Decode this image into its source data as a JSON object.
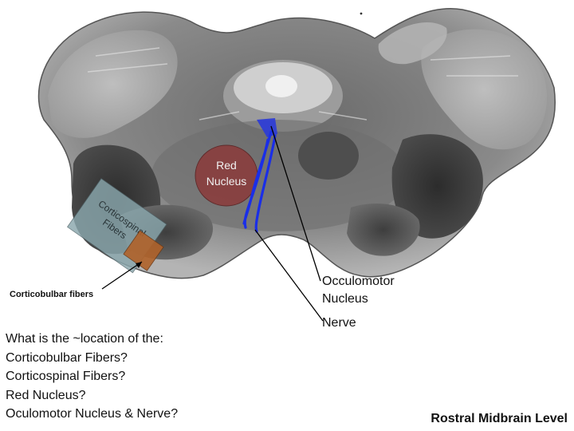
{
  "labels": {
    "red_nucleus": [
      "Red",
      "Nucleus"
    ],
    "corticospinal": [
      "Corticospinal",
      "Fibers"
    ],
    "corticobulbar": "Corticobulbar fibers",
    "occulomotor": "Occulomotor\nNucleus",
    "nerve": "Nerve"
  },
  "questions": {
    "intro": "What is the ~location of the:",
    "items": [
      "Corticobulbar Fibers?",
      "Corticospinal Fibers?",
      "Red Nucleus?",
      "Oculomotor Nucleus & Nerve?"
    ]
  },
  "title": "Rostral Midbrain Level",
  "colors": {
    "red_nucleus": "#8b3a3a",
    "corticospinal": "#7f9aa0",
    "corticobulbar": "#b0622a",
    "nerve": "#1a2ee8"
  }
}
